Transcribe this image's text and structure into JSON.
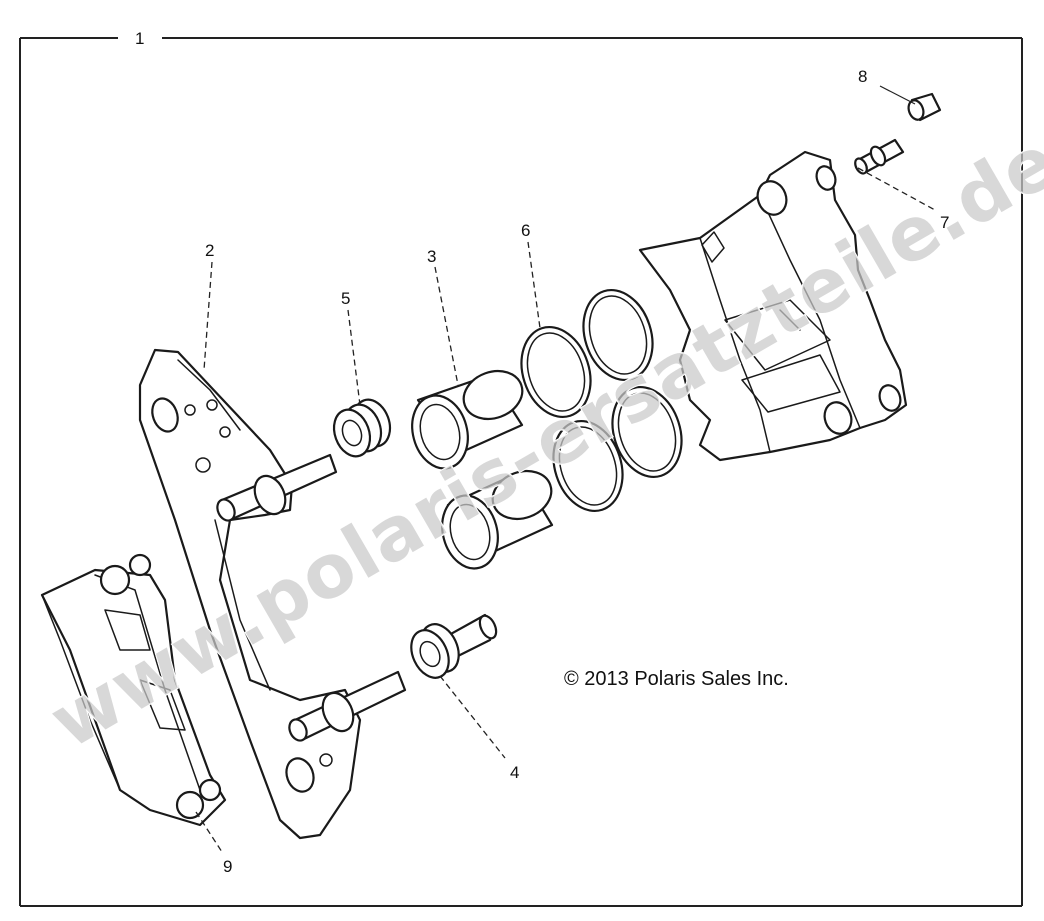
{
  "callouts": {
    "c1": "1",
    "c2": "2",
    "c3": "3",
    "c4": "4",
    "c5": "5",
    "c6": "6",
    "c7": "7",
    "c8": "8",
    "c9": "9"
  },
  "copyright": "© 2013 Polaris Sales Inc.",
  "watermark": "www.polaris-ersatzteile.de"
}
